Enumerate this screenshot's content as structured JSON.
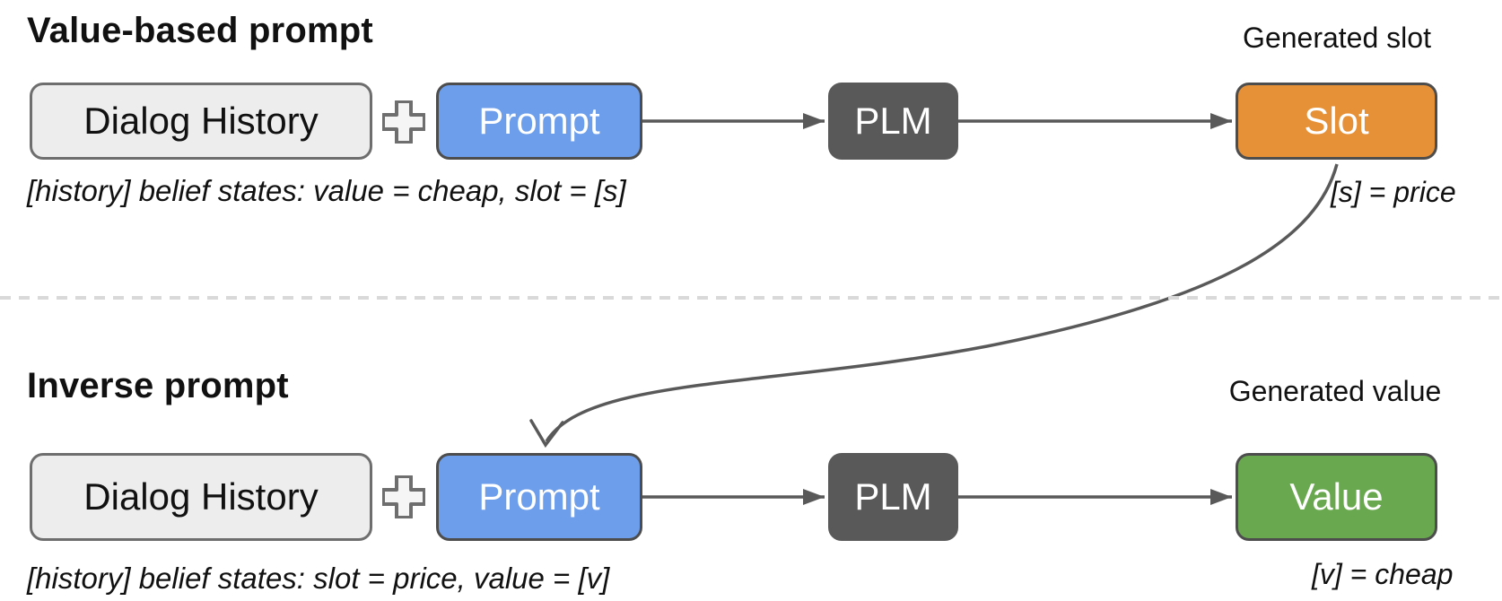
{
  "colors": {
    "blue": "#6d9eeb",
    "orange": "#e69138",
    "green": "#6aa84f",
    "dark_gray": "#595959",
    "light_box_fill": "#ededed",
    "light_box_border": "#6e6e6e",
    "colored_box_border": "#4d4d4d",
    "arrow": "#595959",
    "divider": "#d9d9d9",
    "text": "#111111"
  },
  "icons": {
    "plus": "plus-icon",
    "arrow_right": "arrowhead-right-icon",
    "arrow_curved": "curved-arrow-icon"
  },
  "top": {
    "heading": "Value-based prompt",
    "generated_label": "Generated slot",
    "boxes": {
      "dialog_history": "Dialog History",
      "prompt": "Prompt",
      "plm": "PLM",
      "output": "Slot"
    },
    "caption": "[history] belief states: value = cheap, slot = [s]",
    "output_caption": "[s] = price"
  },
  "bottom": {
    "heading": "Inverse prompt",
    "generated_label": "Generated value",
    "boxes": {
      "dialog_history": "Dialog History",
      "prompt": "Prompt",
      "plm": "PLM",
      "output": "Value"
    },
    "caption": "[history] belief states: slot = price, value = [v]",
    "output_caption": "[v] = cheap"
  }
}
